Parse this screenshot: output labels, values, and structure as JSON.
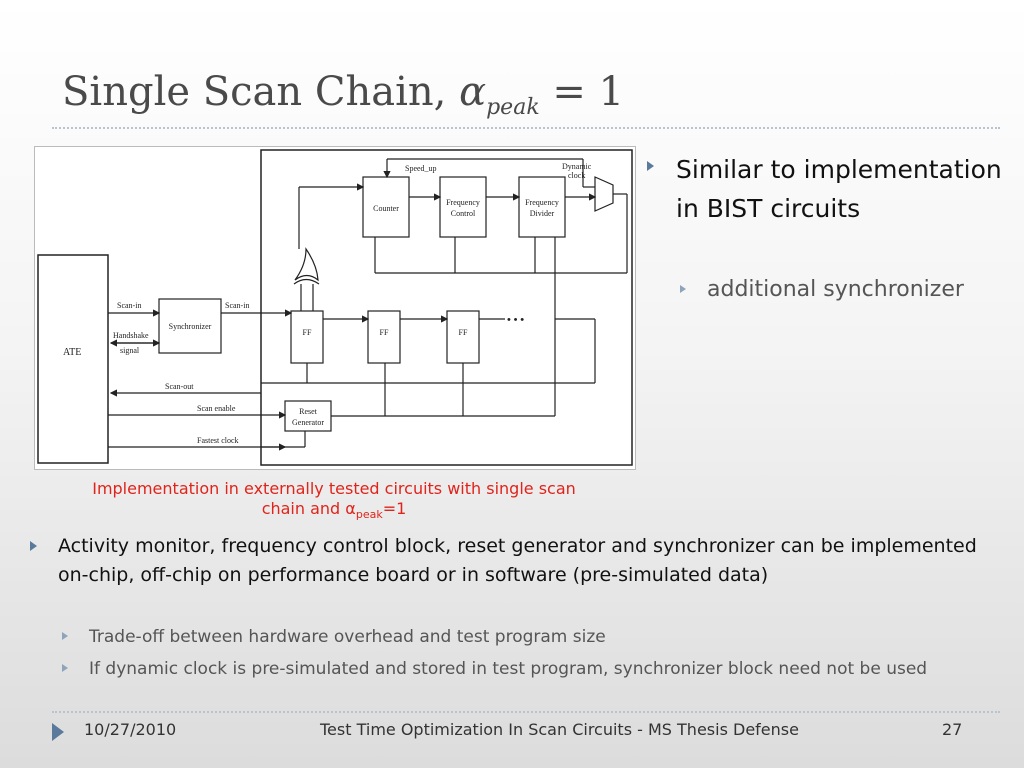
{
  "slide": {
    "title_text": "Single Scan Chain, ",
    "title_alpha": "α",
    "title_sub": "peak",
    "title_eq": " = 1"
  },
  "figure": {
    "labels": {
      "ate": "ATE",
      "synchronizer": "Synchronizer",
      "counter": "Counter",
      "freq_control_1": "Frequency",
      "freq_control_2": "Control",
      "freq_divider_1": "Frequency",
      "freq_divider_2": "Divider",
      "ff": "FF",
      "reset_gen_1": "Reset",
      "reset_gen_2": "Generator",
      "speed_up": "Speed_up",
      "dynamic_clock_1": "Dynamic",
      "dynamic_clock_2": "clock",
      "scan_in_left": "Scan-in",
      "scan_in_right": "Scan-in",
      "handshake_1": "Handshake",
      "handshake_2": "signal",
      "scan_out": "Scan-out",
      "scan_enable": "Scan enable",
      "fastest_clock": "Fastest clock",
      "dots": "• • •"
    }
  },
  "caption": {
    "line1": "Implementation in externally tested circuits with single scan",
    "line2_pre": "chain and α",
    "line2_sub": "peak",
    "line2_post": "=1"
  },
  "bullets": {
    "right_main": "Similar to implementation in BIST circuits",
    "right_sub": "additional synchronizer",
    "low_main": "Activity monitor, frequency control block, reset generator and synchronizer can be implemented on-chip, off-chip on performance board or in software (pre-simulated data)",
    "low_sub1": "Trade-off between hardware overhead and test program size",
    "low_sub2": "If dynamic clock is pre-simulated and stored in test program, synchronizer block need not be used"
  },
  "footer": {
    "date": "10/27/2010",
    "center": "Test Time Optimization In Scan Circuits - MS Thesis Defense",
    "page": "27"
  },
  "colors": {
    "title": "#4a4a4a",
    "caption": "#e0241b",
    "bullet_arrow": "#5b7a9b"
  }
}
